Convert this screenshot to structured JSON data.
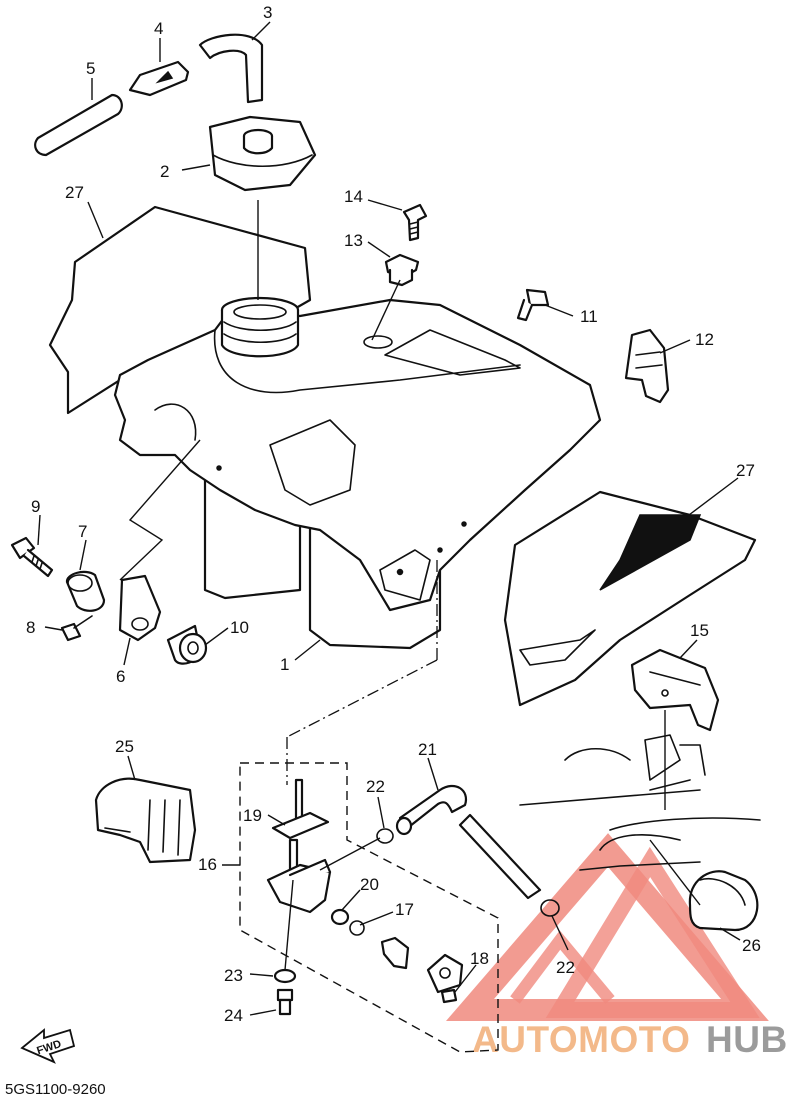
{
  "diagram_code": "5GS1100-9260",
  "fwd_label": "FWD",
  "watermark": {
    "part1": "AUTOMOTO",
    "part2": "HUB",
    "color_primary": "#f08a7e",
    "color_text1": "#f3b98a",
    "color_text2": "#9b9b9b"
  },
  "callouts": {
    "p1": "1",
    "p2": "2",
    "p3": "3",
    "p4": "4",
    "p5": "5",
    "p6": "6",
    "p7": "7",
    "p8": "8",
    "p9": "9",
    "p10": "10",
    "p11": "11",
    "p12": "12",
    "p13": "13",
    "p14": "14",
    "p15": "15",
    "p16": "16",
    "p17": "17",
    "p18": "18",
    "p19": "19",
    "p20": "20",
    "p21": "21",
    "p22a": "22",
    "p22b": "22",
    "p23": "23",
    "p24": "24",
    "p25": "25",
    "p26": "26",
    "p27a": "27",
    "p27b": "27"
  }
}
